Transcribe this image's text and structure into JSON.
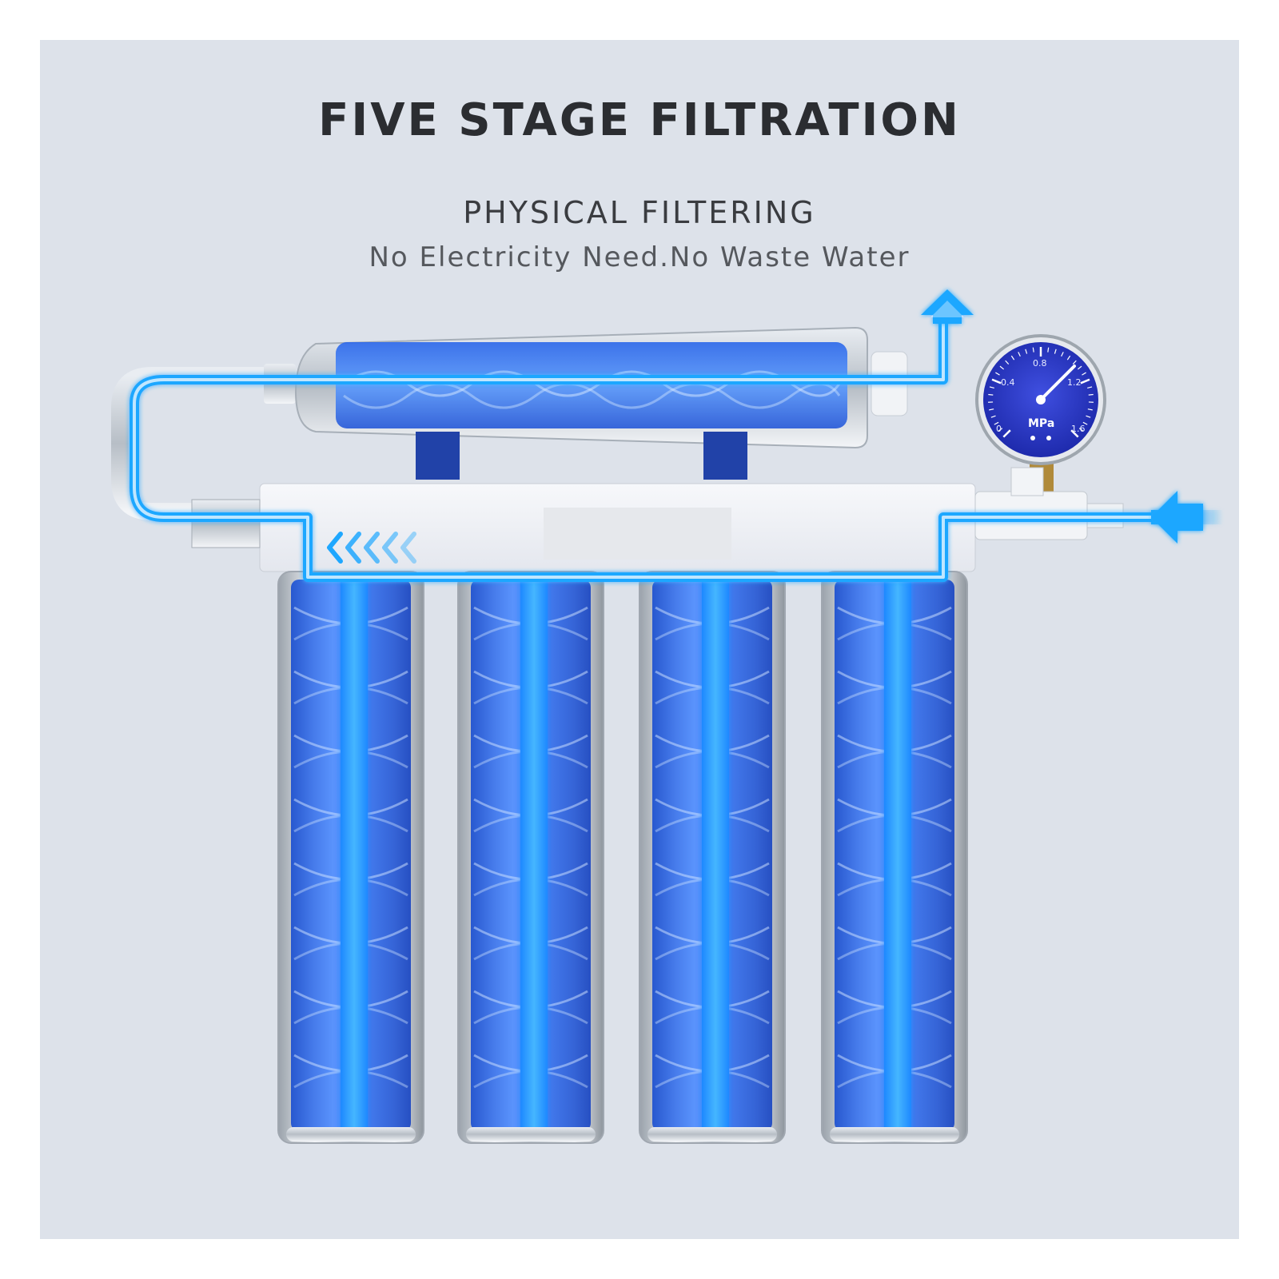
{
  "heading": {
    "title": "FIVE STAGE FILTRATION",
    "subtitle": "PHYSICAL FILTERING",
    "tagline": "No Electricity Need.No Waste Water"
  },
  "gauge": {
    "unit": "MPa",
    "scale_labels": [
      "0",
      "0.4",
      "0.8",
      "1.2",
      "1.6"
    ]
  },
  "product": {
    "filter_cartridges": 4,
    "top_cartridge": 1,
    "flow_arrows": 5
  },
  "colors": {
    "background": "#dde2ea",
    "flow_blue": "#1ea7ff",
    "filter_blue": "#2f6df0",
    "text_dark": "#2b2d31"
  }
}
